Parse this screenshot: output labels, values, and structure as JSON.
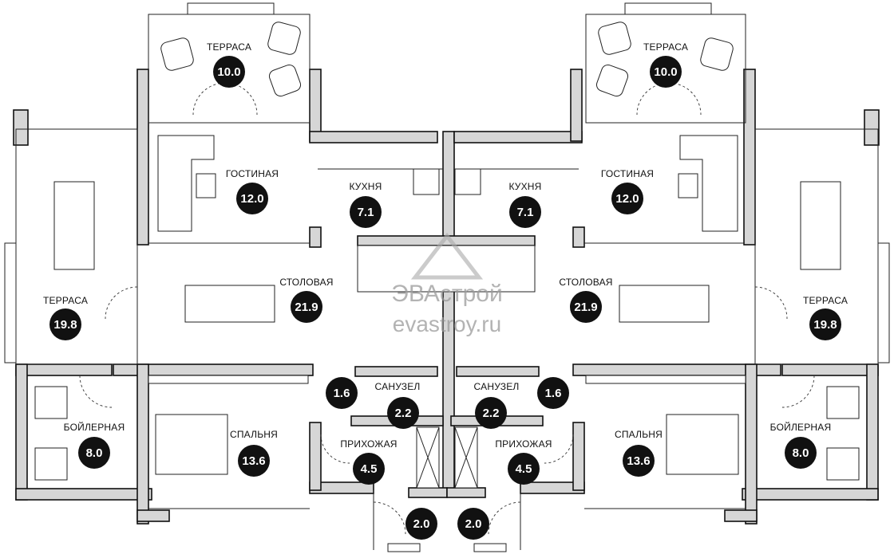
{
  "plan": {
    "rooms": [
      {
        "id": "terrace-top-left",
        "label": "ТЕРРАСА",
        "area": "10.0"
      },
      {
        "id": "living-left",
        "label": "ГОСТИНАЯ",
        "area": "12.0"
      },
      {
        "id": "kitchen-left",
        "label": "КУХНЯ",
        "area": "7.1"
      },
      {
        "id": "kitchen-right",
        "label": "КУХНЯ",
        "area": "7.1"
      },
      {
        "id": "living-right",
        "label": "ГОСТИНАЯ",
        "area": "12.0"
      },
      {
        "id": "terrace-top-right",
        "label": "ТЕРРАСА",
        "area": "10.0"
      },
      {
        "id": "terrace-side-left",
        "label": "ТЕРРАСА",
        "area": "19.8"
      },
      {
        "id": "dining-left",
        "label": "СТОЛОВАЯ",
        "area": "21.9"
      },
      {
        "id": "dining-right",
        "label": "СТОЛОВАЯ",
        "area": "21.9"
      },
      {
        "id": "terrace-side-right",
        "label": "ТЕРРАСА",
        "area": "19.8"
      },
      {
        "id": "boiler-left",
        "label": "БОЙЛЕРНАЯ",
        "area": "8.0"
      },
      {
        "id": "bedroom-left",
        "label": "СПАЛЬНЯ",
        "area": "13.6"
      },
      {
        "id": "closet-left",
        "label": "",
        "area": "1.6"
      },
      {
        "id": "bathroom-left",
        "label": "САНУЗЕЛ",
        "area": "2.2"
      },
      {
        "id": "bathroom-right",
        "label": "САНУЗЕЛ",
        "area": "2.2"
      },
      {
        "id": "closet-right",
        "label": "",
        "area": "1.6"
      },
      {
        "id": "bedroom-right",
        "label": "СПАЛЬНЯ",
        "area": "13.6"
      },
      {
        "id": "boiler-right",
        "label": "БОЙЛЕРНАЯ",
        "area": "8.0"
      },
      {
        "id": "hallway-left",
        "label": "ПРИХОЖАЯ",
        "area": "4.5"
      },
      {
        "id": "hallway-right",
        "label": "ПРИХОЖАЯ",
        "area": "4.5"
      },
      {
        "id": "porch-left",
        "label": "",
        "area": "2.0"
      },
      {
        "id": "porch-right",
        "label": "",
        "area": "2.0"
      }
    ]
  },
  "watermark": {
    "brand": "ЭВАстрой",
    "url": "evastroy.ru"
  },
  "colors": {
    "wall_fill": "#d6d6d6",
    "badge_fill": "#111111",
    "badge_text": "#ffffff"
  }
}
